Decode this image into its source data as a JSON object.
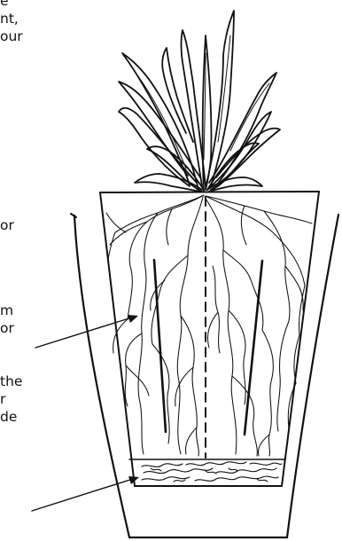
{
  "caption_blocks": [
    {
      "lines": [
        "e",
        "nt,",
        "our"
      ]
    },
    {
      "lines": [
        "or"
      ]
    },
    {
      "lines": [
        "m",
        "or"
      ]
    },
    {
      "lines": [
        "the",
        "r",
        "de"
      ]
    }
  ],
  "colors": {
    "ink": "#111111",
    "background": "#ffffff"
  },
  "icons": [
    "plant-leaves-illustration",
    "root-ball-illustration",
    "outer-pot-illustration"
  ]
}
